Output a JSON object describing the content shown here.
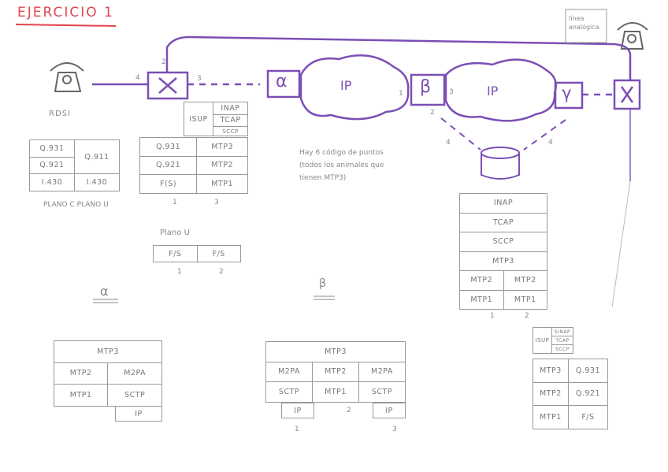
{
  "title": "Ejercicio 1",
  "colors": {
    "accent": "#7b4fb5",
    "title": "#e0454c",
    "ink": "#888888"
  },
  "nodes": {
    "rdsi": "RDSI",
    "alpha": "α",
    "beta": "β",
    "gamma": "γ",
    "cloud1": "IP",
    "cloud2": "IP",
    "linea_analogica": "línea analógica"
  },
  "port_labels": {
    "x1_left": "4",
    "x1_top": "2",
    "x1_right": "3",
    "alpha_right": "1",
    "beta_right": "3",
    "beta_bottom": "2",
    "db_left": "4",
    "db_right": "4"
  },
  "note": [
    "Hay 6 código de puntos",
    "(todos los animales que",
    "tienen MTP3)"
  ],
  "stack_rdsi": {
    "q931": "Q.931",
    "q921": "Q.921",
    "i430_a": "I.430",
    "i430_b": "I.430",
    "q911": "Q.911",
    "label": "PLANO C   PLANO U"
  },
  "stack_x1": {
    "inap": "INAP",
    "tcap": "TCAP",
    "sccp": "SCCP",
    "isup": "ISUP",
    "q931": "Q.931",
    "mtp3": "MTP3",
    "q921": "Q.921",
    "mtp2": "MTP2",
    "f": "F(S)",
    "mtp1": "MTP1",
    "col1": "1",
    "col2": "3"
  },
  "plano_u": {
    "title": "Plano U",
    "a": "F/S",
    "b": "F/S",
    "col1": "1",
    "col2": "2"
  },
  "stack_db": {
    "inap": "INAP",
    "tcap": "TCAP",
    "sccp": "SCCP",
    "mtp3": "MTP3",
    "mtp2a": "MTP2",
    "mtp2b": "MTP2",
    "mtp1a": "MTP1",
    "mtp1b": "MTP1",
    "col1": "1",
    "col2": "2"
  },
  "stack_alpha": {
    "label": "α",
    "mtp3": "MTP3",
    "mtp2": "MTP2",
    "m2pa": "M2PA",
    "mtp1": "MTP1",
    "sctp": "SCTP",
    "ip": "IP"
  },
  "stack_beta": {
    "label": "β",
    "mtp3": "MTP3",
    "m2pa_a": "M2PA",
    "mtp2": "MTP2",
    "m2pa_b": "M2PA",
    "sctp_a": "SCTP",
    "mtp1": "MTP1",
    "sctp_b": "SCTP",
    "ip_a": "IP",
    "ip_b": "IP",
    "col1": "1",
    "col2": "2",
    "col3": "3"
  },
  "stack_x2": {
    "sinap": "SINAP",
    "tcap": "TCAP",
    "sccp": "SCCP",
    "isup": "ISUP",
    "mtp3": "MTP3",
    "q931": "Q.931",
    "mtp2": "MTP2",
    "q921": "Q.921",
    "mtp1": "MTP1",
    "fs": "F/S"
  }
}
